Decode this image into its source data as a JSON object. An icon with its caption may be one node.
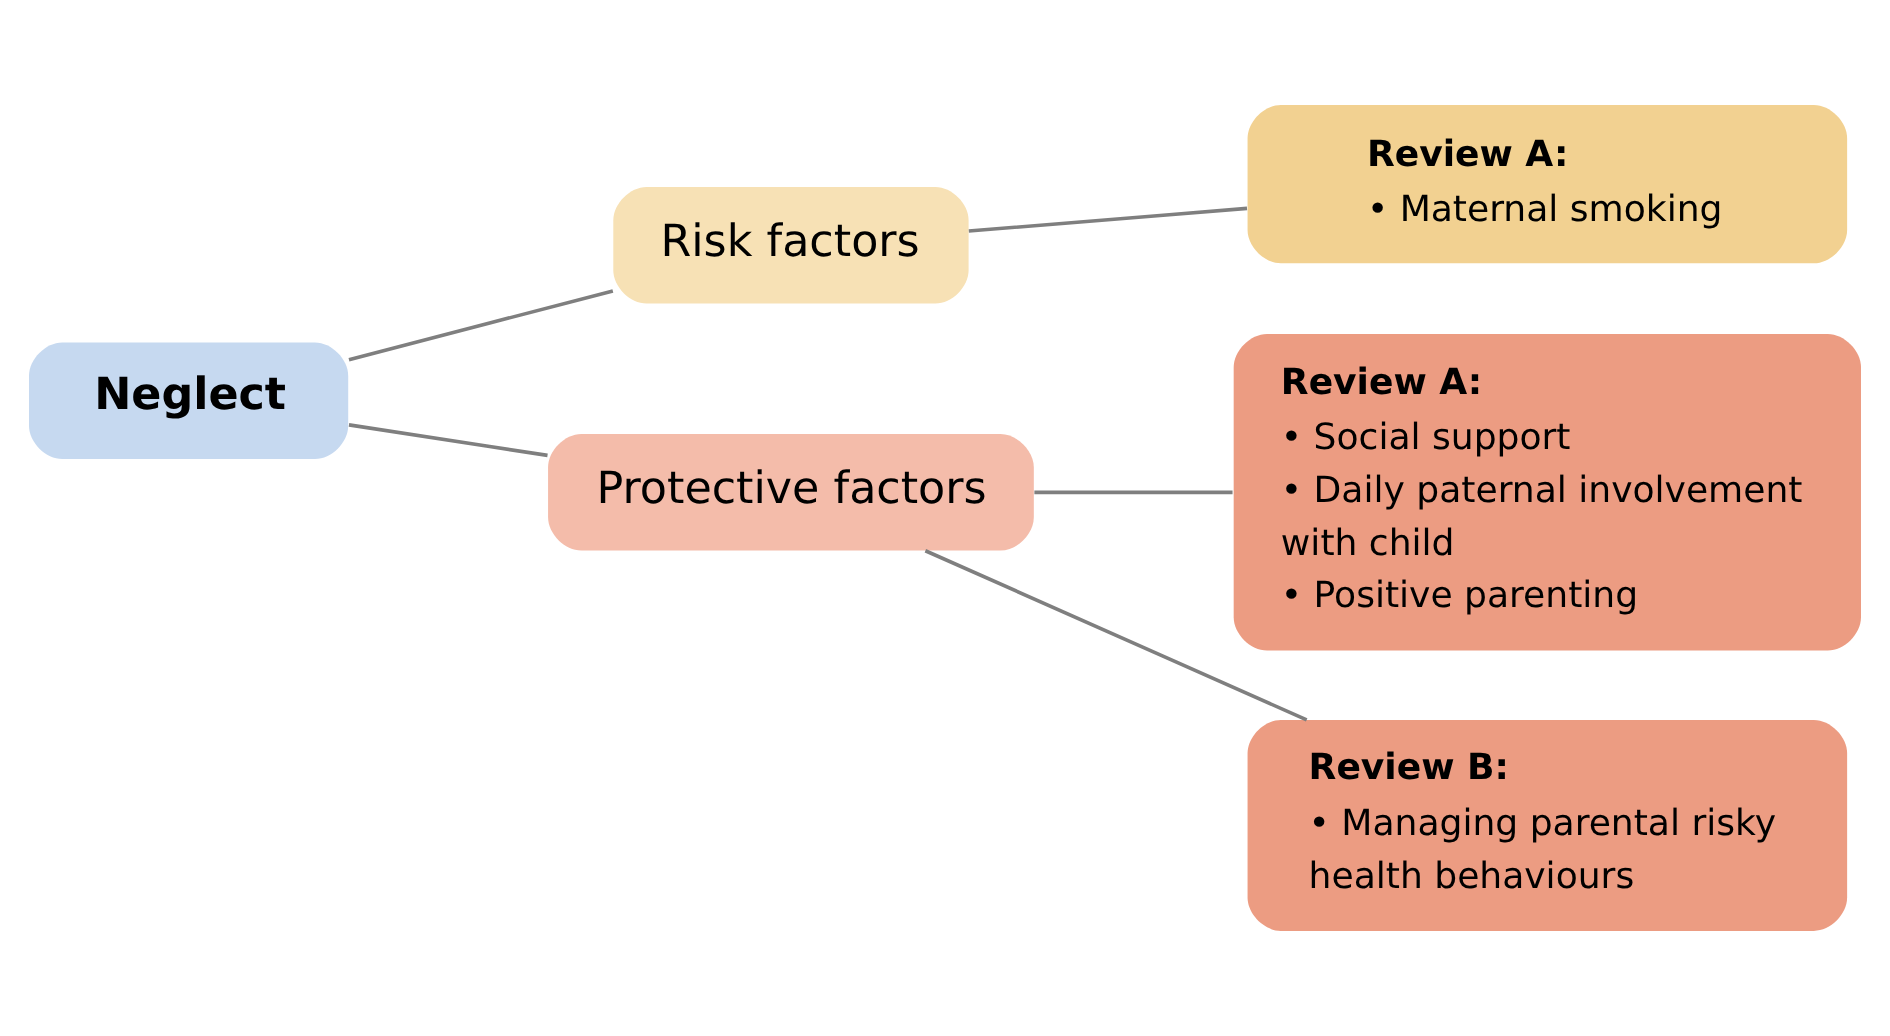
{
  "diagram": {
    "nodes": [
      {
        "text": [
          "Neglect"
        ]
      },
      {
        "text": [
          "Risk factors"
        ]
      },
      {
        "text": [
          "Protective factors"
        ]
      },
      {
        "text": [
          "Review A:",
          "• Maternal smoking"
        ]
      },
      {
        "text": [
          "Review A:",
          "• Social support",
          "• Daily paternal involvement with child",
          "• Positive parenting"
        ]
      },
      {
        "text": [
          "Review B:",
          "• Managing parental risky health behaviours"
        ]
      }
    ],
    "edges": [
      {
        "from": 0,
        "to": 1,
        "arrow": "none"
      },
      {
        "from": 0,
        "to": 2,
        "arrow": "none"
      },
      {
        "from": 1,
        "to": 3,
        "arrow": "none"
      },
      {
        "from": 2,
        "to": 4,
        "arrow": "none"
      },
      {
        "from": 2,
        "to": 5,
        "arrow": "none"
      }
    ]
  }
}
